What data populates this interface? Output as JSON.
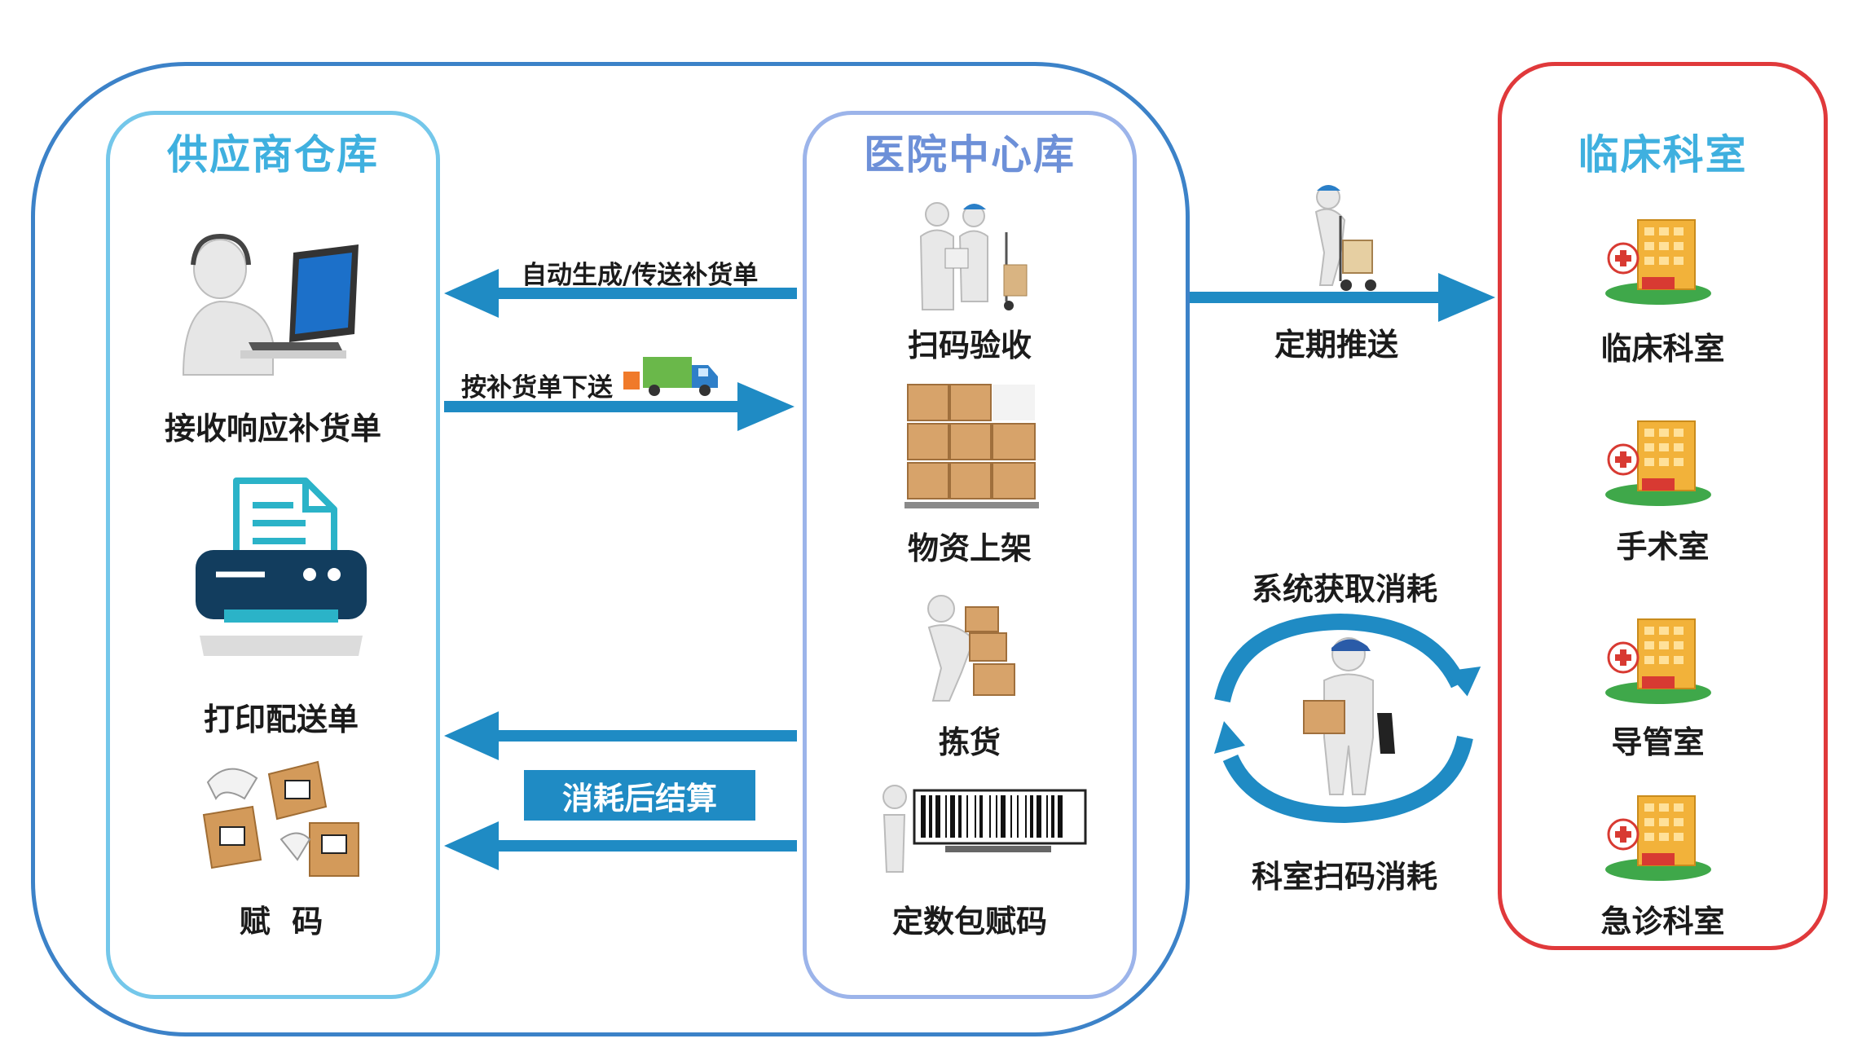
{
  "colors": {
    "outer_frame": "#3c82c8",
    "supplier_frame": "#74c7ea",
    "hospital_frame": "#9cb4ea",
    "clinical_frame": "#e0393b",
    "title_blue": "#3fb0df",
    "arrow": "#1f8bc4",
    "building": "#f2b23a"
  },
  "supplier": {
    "title": "供应商仓库",
    "items": [
      {
        "label": "接收响应补货单",
        "icon": "operator-laptop-icon"
      },
      {
        "label": "打印配送单",
        "icon": "printer-icon"
      },
      {
        "label": "赋  码",
        "icon": "barcode-scanner-boxes-icon"
      }
    ]
  },
  "hospital": {
    "title": "医院中心库",
    "items": [
      {
        "label": "扫码验收",
        "icon": "delivery-handover-icon"
      },
      {
        "label": "物资上架",
        "icon": "shelf-boxes-icon"
      },
      {
        "label": "拣货",
        "icon": "worker-carrying-boxes-icon"
      },
      {
        "label": "定数包赋码",
        "icon": "barcode-icon"
      }
    ]
  },
  "clinical": {
    "title": "临床科室",
    "items": [
      {
        "label": "临床科室",
        "icon": "hospital-building-icon"
      },
      {
        "label": "手术室",
        "icon": "hospital-building-icon"
      },
      {
        "label": "导管室",
        "icon": "hospital-building-icon"
      },
      {
        "label": "急诊科室",
        "icon": "hospital-building-icon"
      }
    ]
  },
  "flows": {
    "auto_generate": "自动生成/传送补货单",
    "deliver_by_order": "按补货单下送",
    "settle_after_consume": "消耗后结算",
    "regular_push": "定期推送",
    "system_get": "系统获取消耗",
    "dept_scan": "科室扫码消耗"
  }
}
